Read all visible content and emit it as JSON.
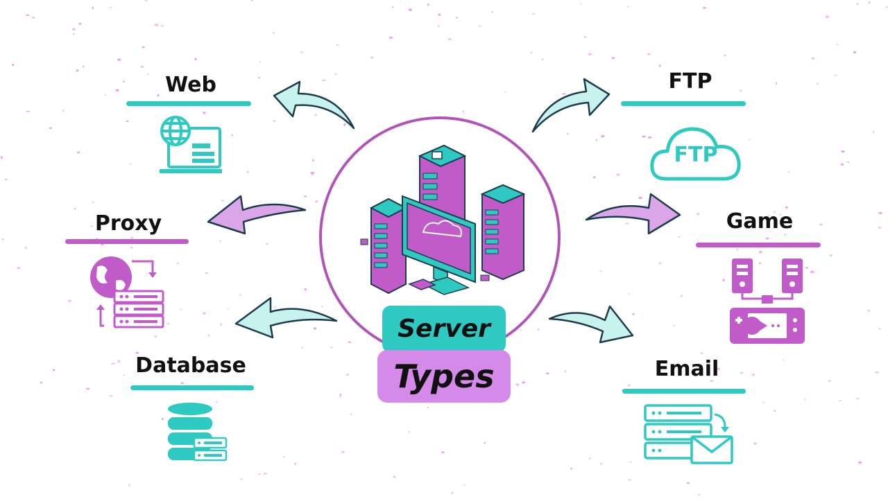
{
  "nodes": {
    "web": {
      "label": "Web",
      "icon": "web-browser-icon"
    },
    "ftp": {
      "label": "FTP",
      "icon": "ftp-cloud-icon",
      "icon_text": "FTP"
    },
    "proxy": {
      "label": "Proxy",
      "icon": "proxy-globe-server-icon"
    },
    "game": {
      "label": "Game",
      "icon": "game-console-server-icon"
    },
    "database": {
      "label": "Database",
      "icon": "database-icon"
    },
    "email": {
      "label": "Email",
      "icon": "email-server-icon"
    }
  },
  "center": {
    "title_line1": "Server",
    "title_line2": "Types",
    "icon": "server-cloud-illustration-icon"
  },
  "colors": {
    "teal": "#2ec9c1",
    "purple": "#c05bc9",
    "light_purple": "#d58ae9",
    "circle": "#b253b8",
    "arrow_teal": "#c8f2ee",
    "arrow_purple": "#dba6e8"
  }
}
